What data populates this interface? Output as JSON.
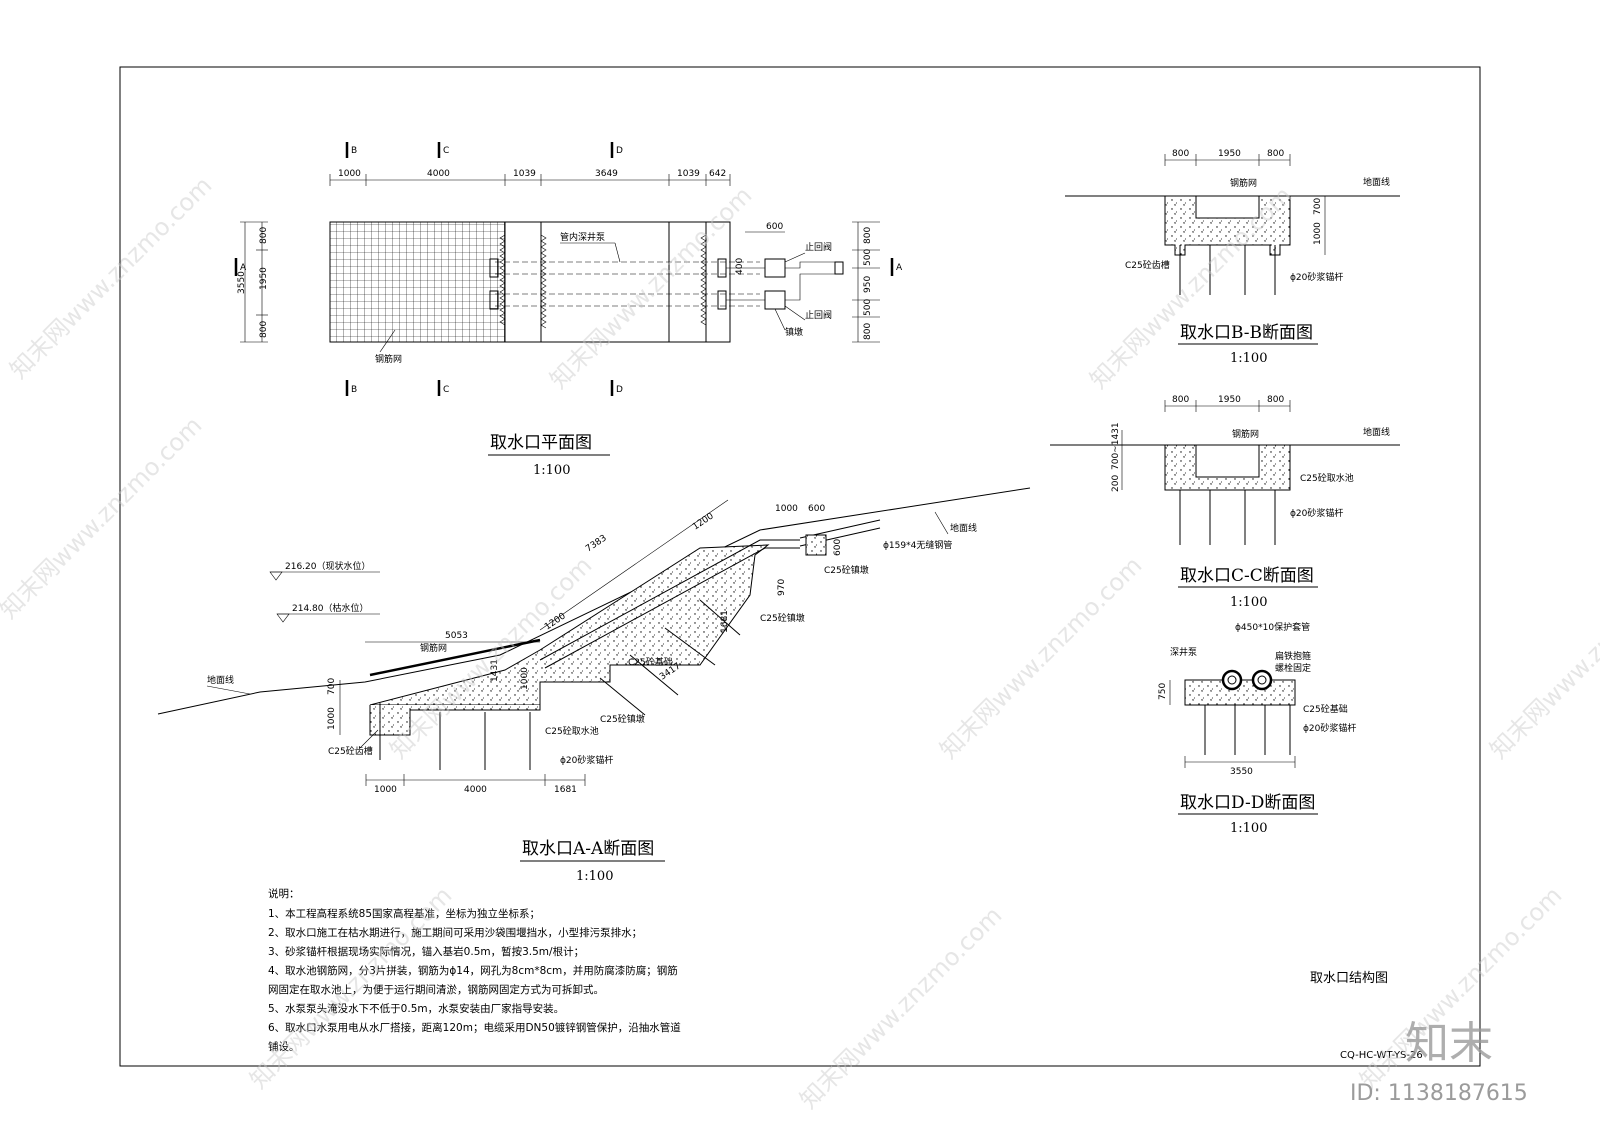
{
  "plan": {
    "title": "取水口平面图",
    "scale": "1:100",
    "section_marks": [
      "B",
      "C",
      "D",
      "A"
    ],
    "top_dims": [
      "1000",
      "4000",
      "1039",
      "3649",
      "1039",
      "642"
    ],
    "left_dims": [
      "3550",
      "800",
      "1950",
      "800"
    ],
    "right_dims": [
      "800",
      "500",
      "950",
      "500",
      "800"
    ],
    "pipe_dims": [
      "600",
      "400"
    ],
    "labels": {
      "pump": "管内深井泵",
      "check_valve": "止回阀",
      "anchor": "镇墩",
      "mesh": "钢筋网"
    }
  },
  "section_aa": {
    "title": "取水口A-A断面图",
    "scale": "1:100",
    "levels": [
      "216.20（现状水位）",
      "214.80（枯水位）"
    ],
    "dims": [
      "1000",
      "4000",
      "1681",
      "5053",
      "7383",
      "1200",
      "1000",
      "600",
      "600",
      "970",
      "1200",
      "1681",
      "3417",
      "1431",
      "1000",
      "700",
      "1000"
    ],
    "labels": {
      "ground": "地面线",
      "mesh": "钢筋网",
      "tooth": "C25砼齿槽",
      "pool": "C25砼取水池",
      "anchor_block": "C25砼镇墩",
      "foundation": "C25砼基础",
      "anchor_rod": "ϕ20砂浆锚杆",
      "pipe": "ϕ159*4无缝钢管"
    }
  },
  "section_bb": {
    "title": "取水口B-B断面图",
    "scale": "1:100",
    "dims": [
      "800",
      "1950",
      "800",
      "700",
      "1000"
    ],
    "labels": {
      "mesh": "钢筋网",
      "ground": "地面线",
      "tooth": "C25砼齿槽",
      "rod": "ϕ20砂浆锚杆"
    }
  },
  "section_cc": {
    "title": "取水口C-C断面图",
    "scale": "1:100",
    "dims": [
      "800",
      "1950",
      "800",
      "200",
      "700~1431"
    ],
    "labels": {
      "mesh": "钢筋网",
      "ground": "地面线",
      "pool": "C25砼取水池",
      "rod": "ϕ20砂浆锚杆"
    }
  },
  "section_dd": {
    "title": "取水口D-D断面图",
    "scale": "1:100",
    "dims": [
      "750",
      "3550"
    ],
    "labels": {
      "sleeve": "ϕ450*10保护套管",
      "pump": "深井泵",
      "hoop": "扁铁抱箍",
      "bolt": "螺栓固定",
      "foundation": "C25砼基础",
      "rod": "ϕ20砂浆锚杆"
    }
  },
  "notes": {
    "heading": "说明：",
    "lines": [
      "1、本工程高程系统85国家高程基准，坐标为独立坐标系；",
      "2、取水口施工在枯水期进行，施工期间可采用沙袋围堰挡水，小型排污泵排水；",
      "3、砂浆锚杆根据现场实际情况，锚入基岩0.5m，暂按3.5m/根计；",
      "4、取水池钢筋网，分3片拼装，钢筋为ϕ14，网孔为8cm*8cm，并用防腐漆防腐；钢筋",
      "网固定在取水池上，为便于运行期间清淤，钢筋网固定方式为可拆卸式。",
      "5、水泵泵头淹没水下不低于0.5m，水泵安装由厂家指导安装。",
      "6、取水口水泵用电从水厂搭接，距离120m；电缆采用DN50镀锌钢管保护，沿抽水管道",
      "铺设。"
    ]
  },
  "drawing_name": "取水口结构图",
  "drawing_no": "CQ-HC-WT-YS-26",
  "watermark": {
    "text": "知末网www.znzmo.com",
    "brand": "知末",
    "id": "ID: 1138187615"
  }
}
